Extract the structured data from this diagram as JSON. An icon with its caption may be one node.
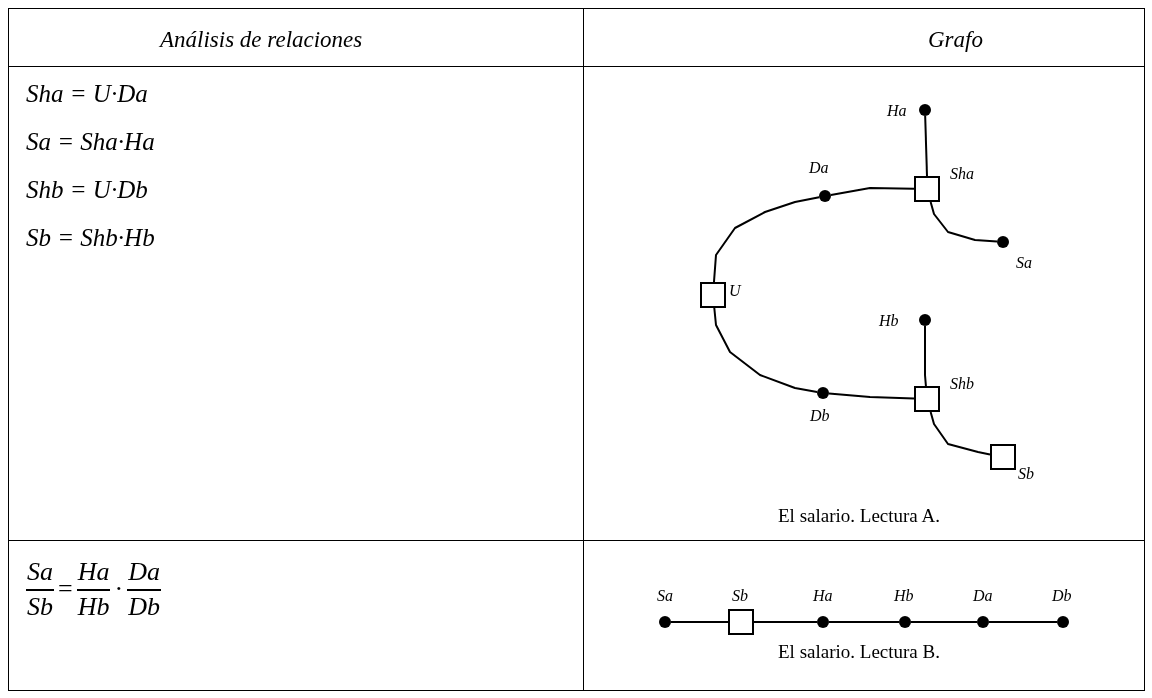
{
  "diagram": {
    "nodes": [
      {
        "text": [],
        "shape": "circle",
        "beside": [
          "Ha"
        ]
      },
      {
        "text": [],
        "shape": "circle",
        "beside": [
          "Da"
        ]
      },
      {
        "text": [],
        "shape": "box",
        "beside": [
          "Sha"
        ]
      },
      {
        "text": [],
        "shape": "circle",
        "beside": [
          "Sa"
        ]
      },
      {
        "text": [],
        "shape": "box",
        "beside": [
          "U"
        ]
      },
      {
        "text": [],
        "shape": "circle",
        "beside": [
          "Hb"
        ]
      },
      {
        "text": [],
        "shape": "circle",
        "beside": [
          "Db"
        ]
      },
      {
        "text": [],
        "shape": "box",
        "beside": [
          "Shb"
        ]
      },
      {
        "text": [],
        "shape": "box",
        "beside": [
          "Sb"
        ]
      },
      {
        "text": [],
        "shape": "circle",
        "beside": [
          "Sa"
        ]
      },
      {
        "text": [],
        "shape": "box",
        "beside": [
          "Sb"
        ]
      },
      {
        "text": [],
        "shape": "circle",
        "beside": [
          "Ha"
        ]
      },
      {
        "text": [],
        "shape": "circle",
        "beside": [
          "Hb"
        ]
      },
      {
        "text": [],
        "shape": "circle",
        "beside": [
          "Da"
        ]
      },
      {
        "text": [],
        "shape": "circle",
        "beside": [
          "Db"
        ]
      }
    ],
    "edges": [
      {
        "from": 0,
        "to": 2,
        "arrow": "none"
      },
      {
        "from": 1,
        "to": 2,
        "arrow": "none"
      },
      {
        "from": 2,
        "to": 3,
        "arrow": "none"
      },
      {
        "from": 4,
        "to": 1,
        "arrow": "none"
      },
      {
        "from": 4,
        "to": 6,
        "arrow": "none"
      },
      {
        "from": 6,
        "to": 7,
        "arrow": "none"
      },
      {
        "from": 5,
        "to": 7,
        "arrow": "none"
      },
      {
        "from": 7,
        "to": 8,
        "arrow": "none"
      },
      {
        "from": 9,
        "to": 10,
        "arrow": "none"
      },
      {
        "from": 10,
        "to": 11,
        "arrow": "none"
      },
      {
        "from": 11,
        "to": 12,
        "arrow": "none"
      },
      {
        "from": 12,
        "to": 13,
        "arrow": "none"
      },
      {
        "from": 13,
        "to": 14,
        "arrow": "none"
      }
    ],
    "labels": [
      "Análisis de relaciones",
      "Grafo",
      "Sha = U·Da",
      "Sa = Sha·Ha",
      "Shb = U·Db",
      "Sb = Shb·Hb",
      "El salario. Lectura A.",
      "Sa",
      "Sb",
      "=",
      "Ha",
      "Hb",
      "·",
      "Da",
      "Db",
      "El salario. Lectura B."
    ]
  }
}
